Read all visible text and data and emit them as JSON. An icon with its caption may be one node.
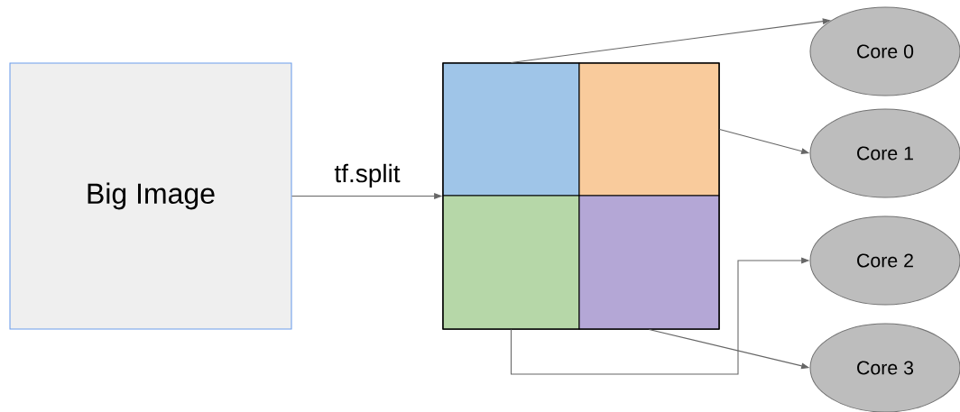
{
  "diagram": {
    "nodes": [
      {
        "text": [
          "Big Image"
        ]
      },
      {
        "text": [],
        "shape": "box"
      },
      {
        "text": [],
        "shape": "box",
        "in": 1
      },
      {
        "text": [],
        "shape": "box",
        "in": 1
      },
      {
        "text": [],
        "shape": "box",
        "in": 1
      },
      {
        "text": [],
        "shape": "box",
        "in": 1
      },
      {
        "text": [
          "Core 0"
        ]
      },
      {
        "text": [
          "Core 1"
        ]
      },
      {
        "text": [
          "Core 2"
        ]
      },
      {
        "text": [
          "Core 3"
        ]
      }
    ],
    "edges": [
      {
        "from": 0,
        "to": 1,
        "arrow": "to",
        "label": "tf.split"
      },
      {
        "from": 2,
        "to": 6,
        "arrow": "to"
      },
      {
        "from": 3,
        "to": 7,
        "arrow": "to"
      },
      {
        "from": 4,
        "to": 8,
        "arrow": "to"
      },
      {
        "from": 5,
        "to": 9,
        "arrow": "to"
      }
    ]
  }
}
